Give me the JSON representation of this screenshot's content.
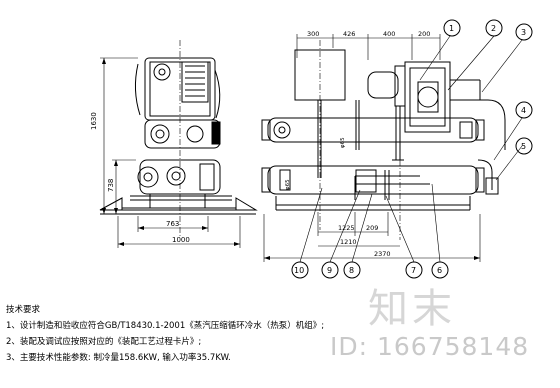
{
  "views": {
    "left": {
      "height_total": "1630",
      "height_lower": "738",
      "width_inner": "763",
      "width_base": "1000"
    },
    "front": {
      "top_dims": [
        "300",
        "426",
        "400",
        "200"
      ],
      "bottom_dims": [
        "1225",
        "209",
        "1210",
        "2370"
      ],
      "small_label_a": "φ65",
      "small_label_b": "φ65"
    },
    "balloons": [
      "1",
      "2",
      "3",
      "4",
      "5",
      "10",
      "9",
      "8",
      "7",
      "6"
    ]
  },
  "notes": {
    "title": "技术要求",
    "lines": [
      "1、设计制造和验收应符合GB/T18430.1-2001《蒸汽压缩循环冷水（热泵）机组》;",
      "2、装配及调试应按照对应的《装配工艺过程卡片》;",
      "3、主要技术性能参数: 制冷量158.6KW, 输入功率35.7KW."
    ]
  },
  "watermark": {
    "logo": "知末",
    "id": "ID: 166758148"
  }
}
